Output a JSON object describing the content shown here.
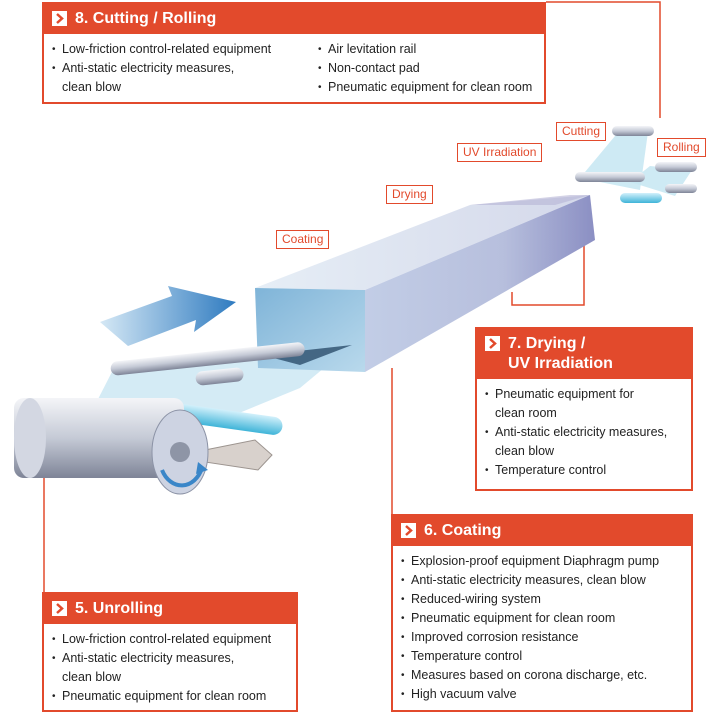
{
  "sections": {
    "cutting": {
      "title": "8. Cutting / Rolling",
      "col1": [
        "Low-friction control-related equipment",
        "Anti-static electricity measures,\nclean blow"
      ],
      "col2": [
        "Air levitation rail",
        "Non-contact pad",
        "Pneumatic equipment for clean room"
      ]
    },
    "drying": {
      "title": "7. Drying /\nUV Irradiation",
      "items": [
        "Pneumatic equipment for\nclean room",
        "Anti-static electricity measures,\nclean blow",
        "Temperature control"
      ]
    },
    "coating": {
      "title": "6. Coating",
      "items": [
        "Explosion-proof equipment   Diaphragm pump",
        "Anti-static electricity measures, clean blow",
        "Reduced-wiring system",
        "Pneumatic equipment for clean room",
        "Improved corrosion resistance",
        "Temperature control",
        "Measures based on corona discharge, etc.",
        "High vacuum valve"
      ]
    },
    "unrolling": {
      "title": "5. Unrolling",
      "items": [
        "Low-friction control-related equipment",
        "Anti-static electricity measures,\nclean blow",
        "Pneumatic equipment for clean room"
      ]
    }
  },
  "tags": {
    "coating": "Coating",
    "drying": "Drying",
    "uv": "UV Irradiation",
    "cutting": "Cutting",
    "rolling": "Rolling"
  },
  "colors": {
    "accent": "#e24a2c",
    "film": "#bfe0ee",
    "arrow": "#3a86c8"
  }
}
